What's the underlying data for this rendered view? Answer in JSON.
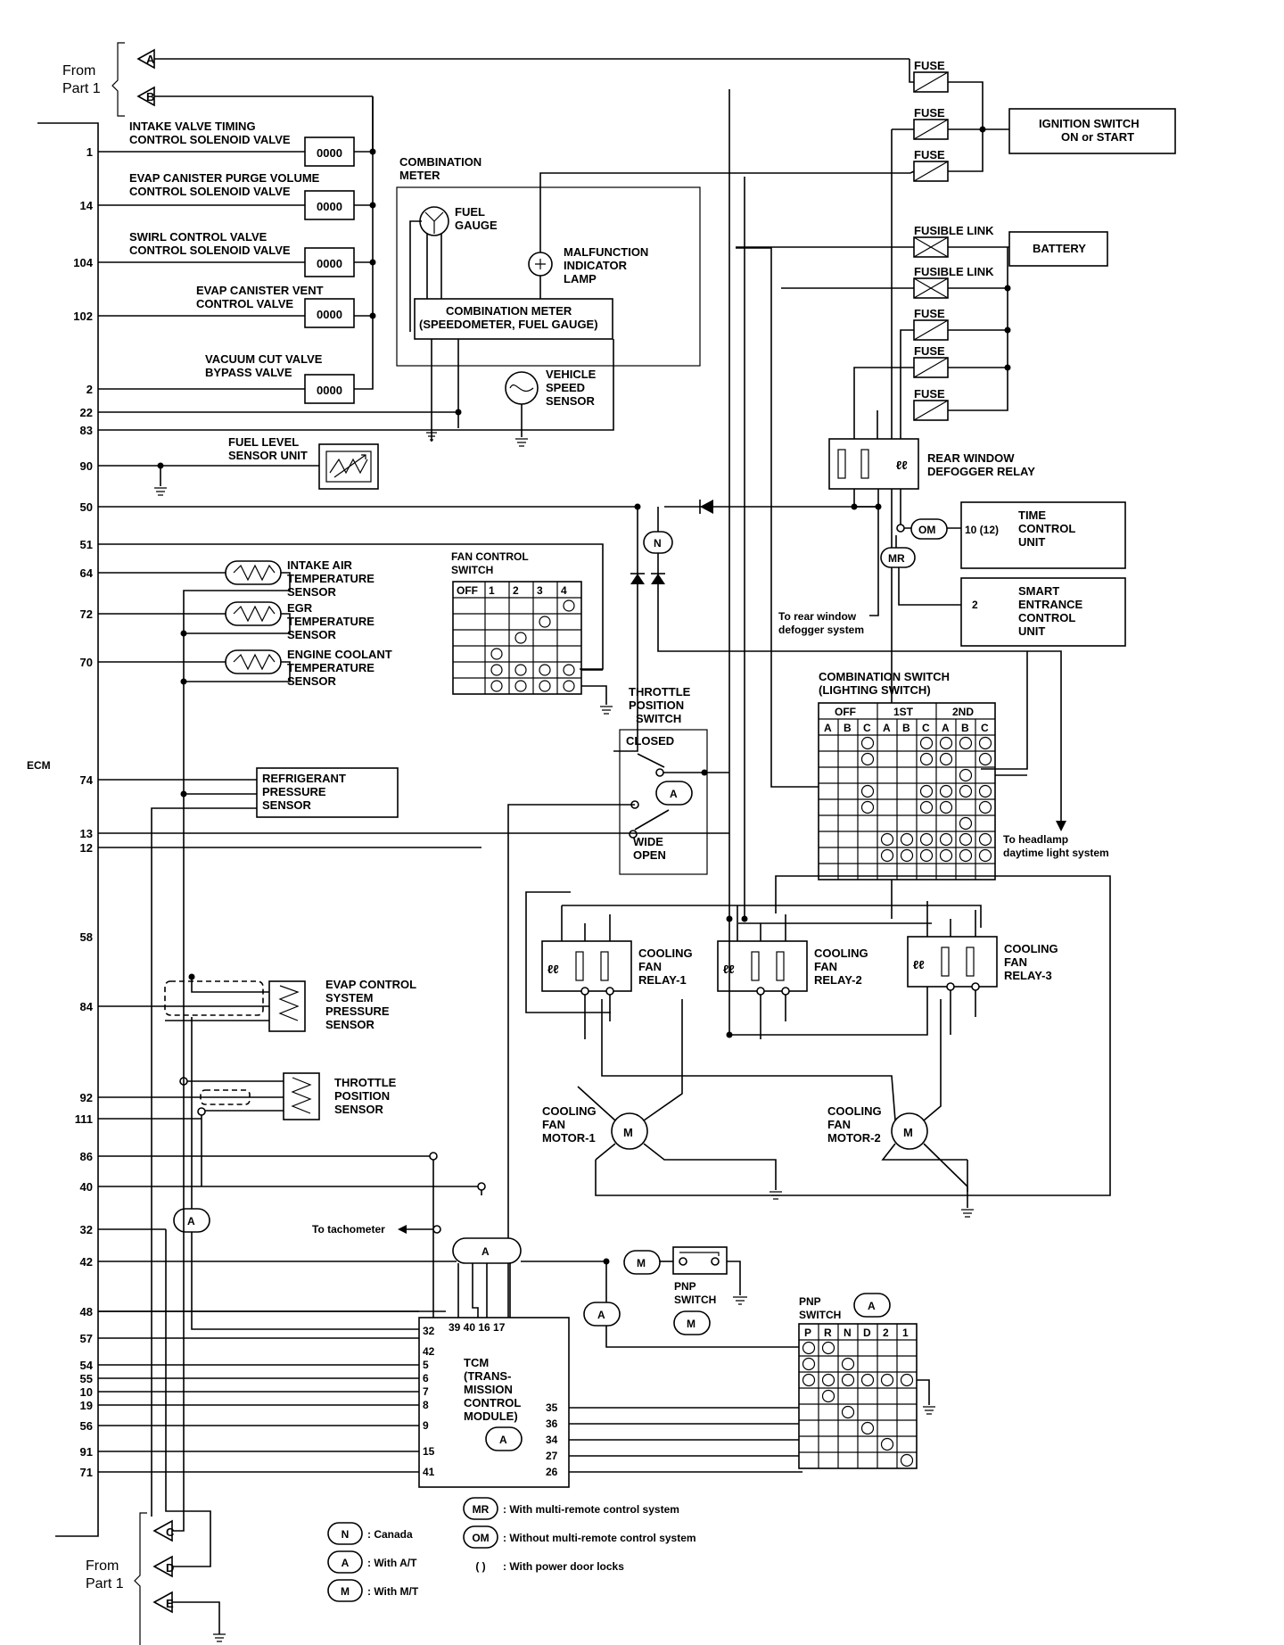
{
  "from_part_top": "From\nPart 1",
  "from_part_bottom": "From\nPart 1",
  "connectors_top": [
    "A",
    "B"
  ],
  "connectors_bottom": [
    "C",
    "D",
    "E"
  ],
  "ecm_label": "ECM",
  "ecm_pins": [
    "1",
    "14",
    "104",
    "102",
    "2",
    "22",
    "83",
    "90",
    "50",
    "51",
    "64",
    "72",
    "70",
    "74",
    "13",
    "12",
    "58",
    "84",
    "92",
    "111",
    "86",
    "40",
    "32",
    "42",
    "48",
    "57",
    "54",
    "55",
    "10",
    "19",
    "56",
    "91",
    "71"
  ],
  "components": {
    "ivt_valve": [
      "INTAKE VALVE TIMING",
      "CONTROL SOLENOID VALVE"
    ],
    "evap_purge": [
      "EVAP CANISTER PURGE VOLUME",
      "CONTROL SOLENOID VALVE"
    ],
    "swirl": [
      "SWIRL CONTROL VALVE",
      "CONTROL SOLENOID VALVE"
    ],
    "evap_vent": [
      "EVAP CANISTER VENT",
      "CONTROL VALVE"
    ],
    "vac_cut": [
      "VACUUM CUT VALVE",
      "BYPASS VALVE"
    ],
    "fuel_level": [
      "FUEL LEVEL",
      "SENSOR UNIT"
    ],
    "combination_meter": [
      "COMBINATION",
      "METER"
    ],
    "fuel_gauge": [
      "FUEL",
      "GAUGE"
    ],
    "mil": [
      "MALFUNCTION",
      "INDICATOR",
      "LAMP"
    ],
    "comb_meter_inner": [
      "COMBINATION METER",
      "(SPEEDOMETER, FUEL GAUGE)"
    ],
    "vss": [
      "VEHICLE",
      "SPEED",
      "SENSOR"
    ],
    "fuse": "FUSE",
    "fusible_link": "FUSIBLE LINK",
    "ignition": [
      "IGNITION SWITCH",
      "ON or START"
    ],
    "battery": "BATTERY",
    "rear_defog_relay": [
      "REAR WINDOW",
      "DEFOGGER RELAY"
    ],
    "time_control": [
      "TIME",
      "CONTROL",
      "UNIT"
    ],
    "time_control_pin": "10 (12)",
    "smart_entrance": [
      "SMART",
      "ENTRANCE",
      "CONTROL",
      "UNIT"
    ],
    "smart_entrance_pin": "2",
    "to_rear_defog": [
      "To rear window",
      "defogger system"
    ],
    "intake_air": [
      "INTAKE AIR",
      "TEMPERATURE",
      "SENSOR"
    ],
    "egr_temp": [
      "EGR",
      "TEMPERATURE",
      "SENSOR"
    ],
    "ect": [
      "ENGINE COOLANT",
      "TEMPERATURE",
      "SENSOR"
    ],
    "fan_control_switch": [
      "FAN CONTROL",
      "SWITCH"
    ],
    "fan_switch_cols": [
      "OFF",
      "1",
      "2",
      "3",
      "4"
    ],
    "throttle_pos_switch": [
      "THROTTLE",
      "POSITION",
      "SWITCH"
    ],
    "closed": "CLOSED",
    "wide_open": [
      "WIDE",
      "OPEN"
    ],
    "comb_switch": [
      "COMBINATION SWITCH",
      "(LIGHTING SWITCH)"
    ],
    "comb_switch_groups": [
      "OFF",
      "1ST",
      "2ND"
    ],
    "comb_switch_cols": [
      "A",
      "B",
      "C",
      "A",
      "B",
      "C",
      "A",
      "B",
      "C"
    ],
    "to_headlamp": [
      "To headlamp",
      "daytime light system"
    ],
    "refrigerant": [
      "REFRIGERANT",
      "PRESSURE",
      "SENSOR"
    ],
    "relay1": [
      "COOLING",
      "FAN",
      "RELAY-1"
    ],
    "relay2": [
      "COOLING",
      "FAN",
      "RELAY-2"
    ],
    "relay3": [
      "COOLING",
      "FAN",
      "RELAY-3"
    ],
    "evap_pressure": [
      "EVAP CONTROL",
      "SYSTEM",
      "PRESSURE",
      "SENSOR"
    ],
    "tps": [
      "THROTTLE",
      "POSITION",
      "SENSOR"
    ],
    "motor1": [
      "COOLING",
      "FAN",
      "MOTOR-1"
    ],
    "motor2": [
      "COOLING",
      "FAN",
      "MOTOR-2"
    ],
    "to_tach": "To tachometer",
    "pnp_switch_m": [
      "PNP",
      "SWITCH"
    ],
    "pnp_switch_a": [
      "PNP",
      "SWITCH"
    ],
    "pnp_cols": [
      "P",
      "R",
      "N",
      "D",
      "2",
      "1"
    ],
    "tcm": [
      "TCM",
      "(TRANS-",
      "MISSION",
      "CONTROL",
      "MODULE)"
    ],
    "tcm_top_pins": "39 40 16  17",
    "tcm_left_pins": [
      "32",
      "42",
      "5",
      "6",
      "7",
      "8",
      "9",
      "15",
      "41"
    ],
    "tcm_right_pins": [
      "35",
      "36",
      "34",
      "27",
      "26"
    ]
  },
  "legend": [
    {
      "code": "N",
      "text": ": Canada"
    },
    {
      "code": "A",
      "text": ": With A/T"
    },
    {
      "code": "M",
      "text": ": With M/T"
    },
    {
      "code": "MR",
      "text": ": With multi-remote control system"
    },
    {
      "code": "OM",
      "text": ": Without multi-remote control system"
    },
    {
      "code": "( )",
      "text": ": With power door locks"
    }
  ],
  "badges": {
    "N": "N",
    "A": "A",
    "M": "M",
    "MR": "MR",
    "OM": "OM"
  }
}
